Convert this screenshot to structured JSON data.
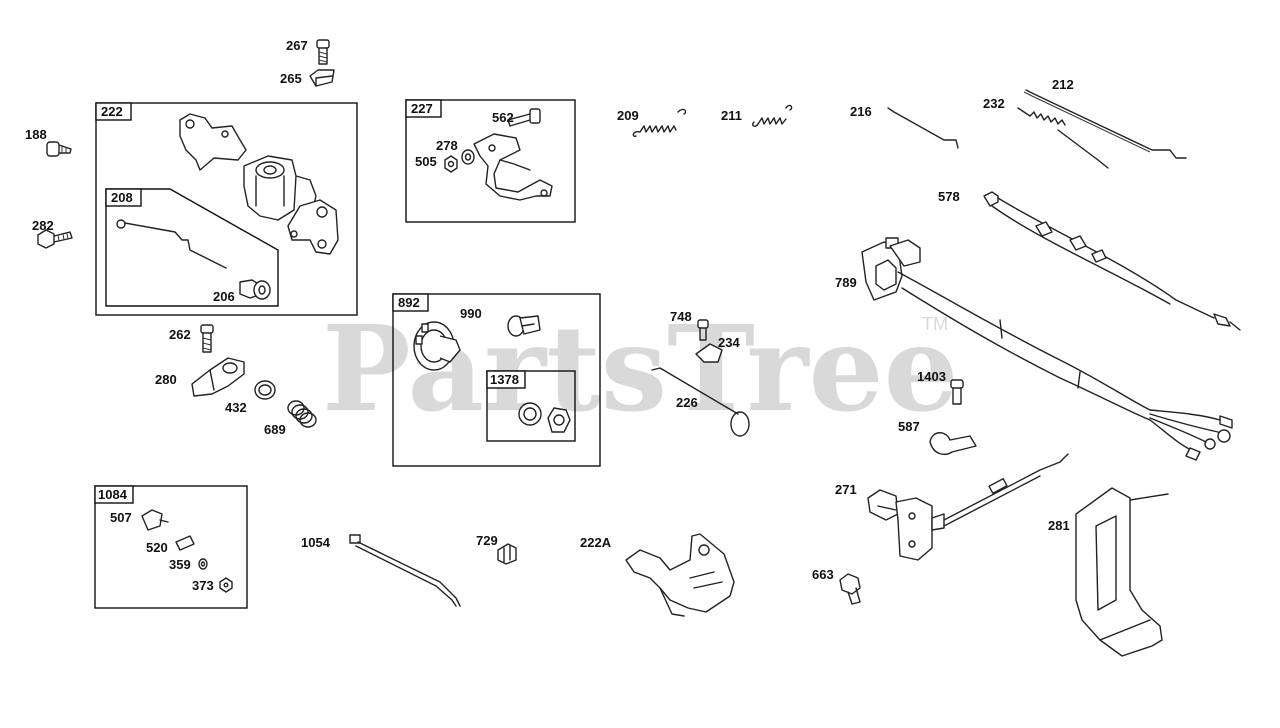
{
  "watermark": {
    "text": "PartsTree",
    "trademark": "TM"
  },
  "groups": [
    {
      "id": "g222",
      "label": "222"
    },
    {
      "id": "g208",
      "label": "208"
    },
    {
      "id": "g227",
      "label": "227"
    },
    {
      "id": "g892",
      "label": "892"
    },
    {
      "id": "g1378",
      "label": "1378"
    },
    {
      "id": "g1084",
      "label": "1084"
    }
  ],
  "callouts": {
    "c267": "267",
    "c265": "265",
    "c188": "188",
    "c282": "282",
    "c206": "206",
    "c562": "562",
    "c278": "278",
    "c505": "505",
    "c209": "209",
    "c211": "211",
    "c216": "216",
    "c212": "212",
    "c232": "232",
    "c578": "578",
    "c789": "789",
    "c262": "262",
    "c280": "280",
    "c432": "432",
    "c689": "689",
    "c990": "990",
    "c748": "748",
    "c234": "234",
    "c226": "226",
    "c1403": "1403",
    "c587": "587",
    "c271": "271",
    "c281": "281",
    "c663": "663",
    "c507": "507",
    "c520": "520",
    "c359": "359",
    "c373": "373",
    "c1054": "1054",
    "c729": "729",
    "c222A": "222A"
  },
  "colors": {
    "line": "#222222",
    "watermark": "#d9d9d9",
    "background": "#ffffff"
  }
}
